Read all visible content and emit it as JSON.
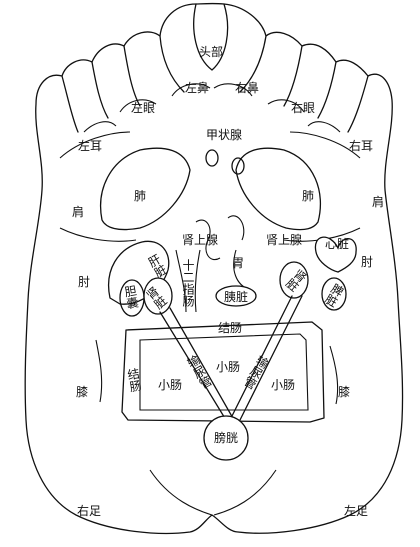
{
  "labels": {
    "head": "头部",
    "left_sinus": "左鼻",
    "right_sinus": "右鼻",
    "left_eye": "左眼",
    "right_eye": "右眼",
    "left_ear": "左耳",
    "right_ear": "右耳",
    "thyroid": "甲状腺",
    "lung_left": "肺",
    "lung_right": "肺",
    "shoulder_left": "肩",
    "shoulder_right": "肩",
    "adrenal_left": "肾上腺",
    "adrenal_right": "肾上腺",
    "stomach": "胃",
    "heart": "心脏",
    "liver": "肝脏",
    "gallbladder": "胆囊",
    "kidney_left": "肾脏",
    "kidney_right": "肾脏",
    "duodenum": "十二指肠",
    "pancreas": "胰脏",
    "spleen": "脾脏",
    "elbow_left": "肘",
    "elbow_right": "肘",
    "colon_top": "结肠",
    "colon_side": "结肠",
    "small_int_top": "小肠",
    "small_int_left": "小肠",
    "small_int_right": "小肠",
    "ureter_left": "输尿管",
    "ureter_right": "输尿管",
    "knee_left": "膝",
    "knee_right": "膝",
    "bladder": "膀胱",
    "right_foot": "右足",
    "left_foot": "左足"
  }
}
